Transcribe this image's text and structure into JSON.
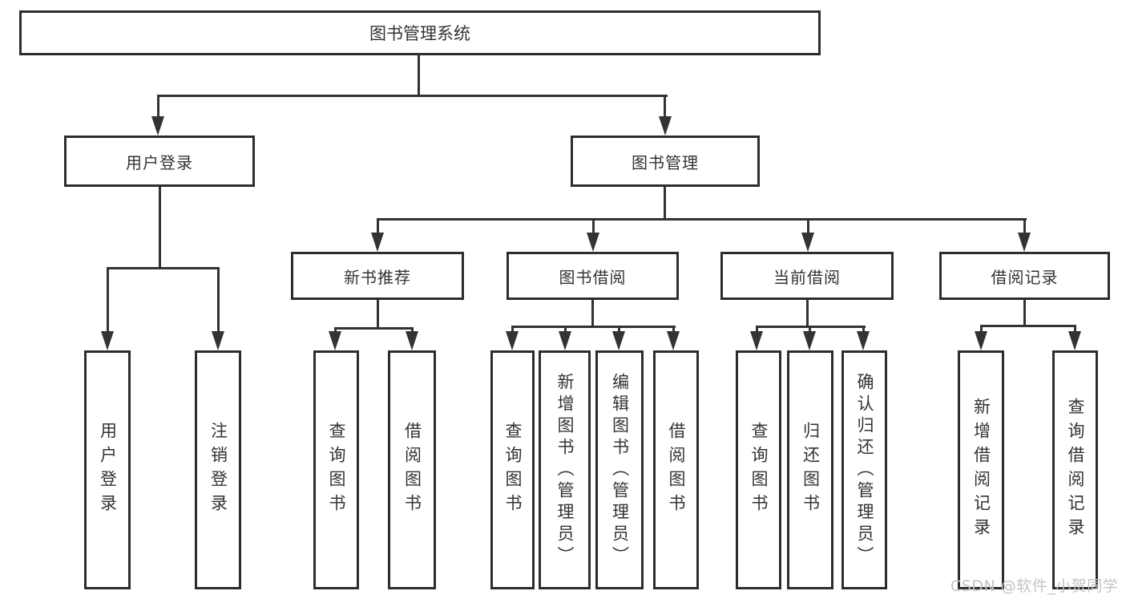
{
  "diagram": {
    "type": "hierarchy-tree",
    "title": "图书管理系统",
    "tree": {
      "root": {
        "label": "图书管理系统"
      },
      "level2": [
        {
          "label": "用户登录"
        },
        {
          "label": "图书管理"
        }
      ],
      "level3": [
        {
          "label": "新书推荐",
          "parent": "图书管理"
        },
        {
          "label": "图书借阅",
          "parent": "图书管理"
        },
        {
          "label": "当前借阅",
          "parent": "图书管理"
        },
        {
          "label": "借阅记录",
          "parent": "图书管理"
        }
      ],
      "leaves": [
        {
          "label": "用户登录",
          "parent": "用户登录"
        },
        {
          "label": "注销登录",
          "parent": "用户登录"
        },
        {
          "label": "查询图书",
          "parent": "新书推荐"
        },
        {
          "label": "借阅图书",
          "parent": "新书推荐"
        },
        {
          "label": "查询图书",
          "parent": "图书借阅"
        },
        {
          "label": "新增图书（管理员）",
          "parent": "图书借阅"
        },
        {
          "label": "编辑图书（管理员）",
          "parent": "图书借阅"
        },
        {
          "label": "借阅图书",
          "parent": "图书借阅"
        },
        {
          "label": "查询图书",
          "parent": "当前借阅"
        },
        {
          "label": "归还图书",
          "parent": "当前借阅"
        },
        {
          "label": "确认归还（管理员）",
          "parent": "当前借阅"
        },
        {
          "label": "新增借阅记录",
          "parent": "借阅记录"
        },
        {
          "label": "查询借阅记录",
          "parent": "借阅记录"
        }
      ]
    },
    "colors": {
      "box_border": "#2d2d2d",
      "line": "#333333",
      "text": "#333333",
      "background": "#ffffff",
      "watermark": "#c7c2c2"
    }
  },
  "watermark": {
    "text": "CSDN @软件_小贺同学"
  }
}
